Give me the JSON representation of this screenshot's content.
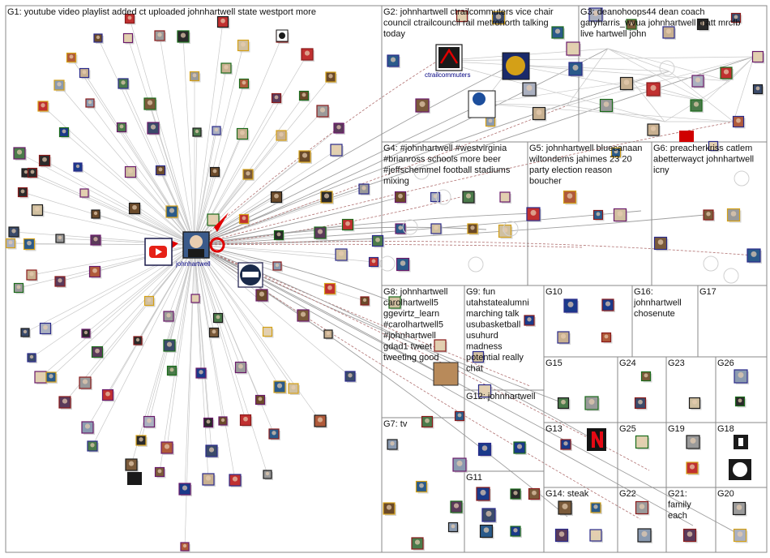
{
  "groups": [
    {
      "id": "G1",
      "label": "G1: youtube video playlist added ct uploaded johnhartwell state westport more"
    },
    {
      "id": "G2",
      "label": "G2: johnhartwell ctrailcommuters vice chair|council ctrailcouncil rail metronorth talking|today"
    },
    {
      "id": "G3",
      "label": "G3: deanohoops44 dean coach|garyharris_wvua johnhartwell matt mrcfb|live hartwell john"
    },
    {
      "id": "G4",
      "label": "G4: #johnhartwell #westvirginia|#brianross schools more beer|#jeffschemmel football stadiums|mixing"
    },
    {
      "id": "G5",
      "label": "G5: johnhartwell bluecanaan|wiltondems jahimes 23 20|party election reason|boucher"
    },
    {
      "id": "G6",
      "label": "G6: preacherkriss catlem|abetterwayct johnhartwell|icny"
    },
    {
      "id": "G7",
      "label": "G7: tv"
    },
    {
      "id": "G8",
      "label": "G8: johnhartwell|carolhartwell5|ggevirtz_learn|#carolhartwell5|#johnhartwell|gdad1 tweet|tweeting good"
    },
    {
      "id": "G9",
      "label": "G9: fun|utahstatealumni|marching talk|usubasketball|usuhurd|madness|potential really|chat"
    },
    {
      "id": "G10",
      "label": "G10"
    },
    {
      "id": "G11",
      "label": "G11"
    },
    {
      "id": "G12",
      "label": "G12: johnhartwell"
    },
    {
      "id": "G13",
      "label": "G13"
    },
    {
      "id": "G14",
      "label": "G14: steak"
    },
    {
      "id": "G15",
      "label": "G15"
    },
    {
      "id": "G16",
      "label": "G16:|johnhartwell|chosenute"
    },
    {
      "id": "G17",
      "label": "G17"
    },
    {
      "id": "G18",
      "label": "G18"
    },
    {
      "id": "G19",
      "label": "G19"
    },
    {
      "id": "G20",
      "label": "G20"
    },
    {
      "id": "G21",
      "label": "G21:|family|each"
    },
    {
      "id": "G22",
      "label": "G22"
    },
    {
      "id": "G23",
      "label": "G23"
    },
    {
      "id": "G24",
      "label": "G24"
    },
    {
      "id": "G25",
      "label": "G25"
    },
    {
      "id": "G26",
      "label": "G26"
    }
  ],
  "node_labels": {
    "hub": "johnhartwell",
    "ctrail": "ctrailcommuters"
  },
  "node_colors": {
    "youtube_red": "#e62117",
    "metro_blue": "#1c4e9c",
    "dark_navy": "#1a2a4a",
    "green": "#2c8a3c",
    "gold": "#d4a017"
  },
  "icons": {
    "youtube": "youtube-icon",
    "usu_state": "state-logo-icon",
    "netflix": "netflix-icon",
    "wapo": "wp-logo-icon",
    "politico": "p-logo-icon",
    "mt": "mt-logo-icon",
    "nyt": "nyt-logo-icon",
    "espn": "espn-logo-icon"
  }
}
